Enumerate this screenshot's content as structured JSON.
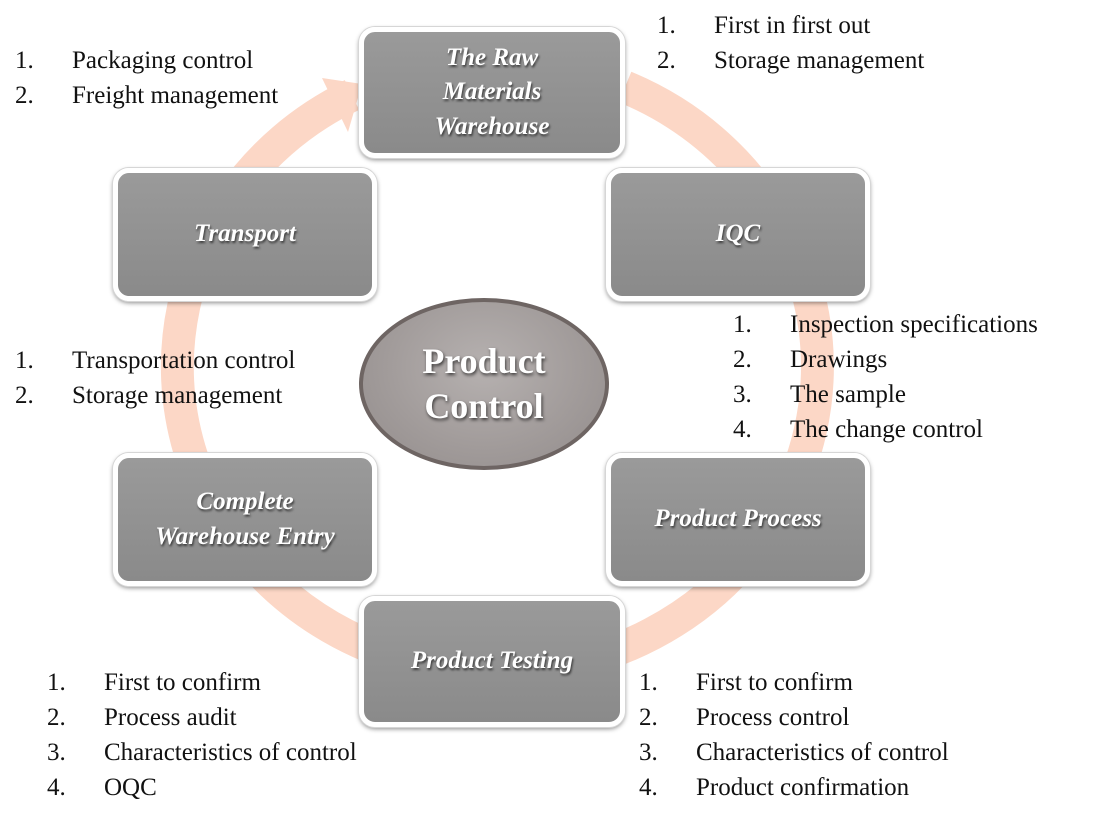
{
  "center": {
    "line1": "Product",
    "line2": "Control"
  },
  "nodes": {
    "raw_materials": {
      "lines": [
        "The Raw",
        "Materials",
        "Warehouse"
      ]
    },
    "iqc": {
      "label": "IQC"
    },
    "product_process": {
      "label": "Product Process"
    },
    "product_testing": {
      "label": "Product Testing"
    },
    "warehouse_entry": {
      "lines": [
        "Complete",
        "Warehouse Entry"
      ]
    },
    "transport": {
      "label": "Transport"
    }
  },
  "lists": {
    "raw_materials_notes": [
      {
        "num": "1.",
        "text": "First in first out"
      },
      {
        "num": "2.",
        "text": "Storage management"
      }
    ],
    "transport_notes": [
      {
        "num": "1.",
        "text": "Packaging control"
      },
      {
        "num": "2.",
        "text": "Freight management"
      }
    ],
    "iqc_notes": [
      {
        "num": "1.",
        "text": "Inspection specifications"
      },
      {
        "num": "2.",
        "text": "Drawings"
      },
      {
        "num": "3.",
        "text": "The sample"
      },
      {
        "num": "4.",
        "text": "The change control"
      }
    ],
    "warehouse_entry_notes": [
      {
        "num": "1.",
        "text": "Transportation control"
      },
      {
        "num": "2.",
        "text": "Storage management"
      }
    ],
    "product_testing_notes": [
      {
        "num": "1.",
        "text": "First to confirm"
      },
      {
        "num": "2.",
        "text": "Process audit"
      },
      {
        "num": "3.",
        "text": "Characteristics of control"
      },
      {
        "num": "4.",
        "text": "OQC"
      }
    ],
    "product_process_notes": [
      {
        "num": "1.",
        "text": "First to confirm"
      },
      {
        "num": "2.",
        "text": "Process control"
      },
      {
        "num": "3.",
        "text": "Characteristics of control"
      },
      {
        "num": "4.",
        "text": "Product confirmation"
      }
    ]
  },
  "colors": {
    "ring": "#fcd7c6",
    "node": "#909090",
    "center_border": "#6e6563"
  }
}
